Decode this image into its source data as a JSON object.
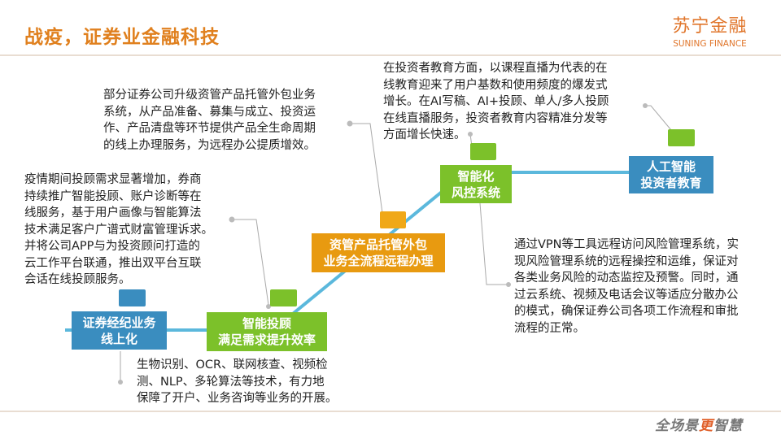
{
  "header": {
    "title": "战疫，证券业金融科技",
    "logo_cn": "苏宁金融",
    "logo_en": "SUNING FINANCE"
  },
  "footer": {
    "slogan_a": "全场景",
    "slogan_b": "更",
    "slogan_c": "智慧"
  },
  "nodes": [
    {
      "line1": "证券经纪业务",
      "line2": "线上化",
      "color": "#3a8dbf"
    },
    {
      "line1": "智能投顾",
      "line2": "满足需求提升效率",
      "color": "#7cc12a"
    },
    {
      "line1": "资管产品托管外包",
      "line2": "业务全流程远程办理",
      "color": "#e89a10"
    },
    {
      "line1": "智能化",
      "line2": "风控系统",
      "color": "#7cc12a"
    },
    {
      "line1": "人工智能",
      "line2": "投资者教育",
      "color": "#3a8dbf"
    }
  ],
  "texts": {
    "left": [
      "疫情期间投顾需求显著增加，券商",
      "持续推广智能投顾、账户诊断等在",
      "线服务，基于用户画像与智能算法",
      "技术满足客户广谱式财富管理诉求。",
      "并将公司APP与为投资顾问打造的",
      "云工作平台联通，推出双平台互联",
      "会话在线投顾服务。"
    ],
    "top_center": [
      "部分证券公司升级资管产品托管外包业务",
      "系统，从产品准备、募集与成立、投资运",
      "作、产品清盘等环节提供产品全生命周期",
      "的线上办理服务，为远程办公提质增效。"
    ],
    "top_right": [
      "在投资者教育方面，以课程直播为代表的在",
      "线教育迎来了用户基数和使用频度的爆发式",
      "增长。在AI写稿、AI+投顾、单人/多人投顾",
      "在线直播服务，投资者教育内容精准分发等",
      "方面增长快速。"
    ],
    "right": [
      "通过VPN等工具远程访问风险管理系统，实",
      "现风险管理系统的远程操控和运维，保证对",
      "各类业务风险的动态监控及预警。同时，通",
      "过云系统、视频及电话会议等适应分散办公",
      "的模式，确保证券公司各项工作流程和审批",
      "流程的正常。"
    ],
    "bottom": [
      "生物识别、OCR、联网核查、视频检",
      "测、NLP、多轮算法等技术，有力地",
      "保障了开户、业务咨询等业务的开展。"
    ]
  }
}
